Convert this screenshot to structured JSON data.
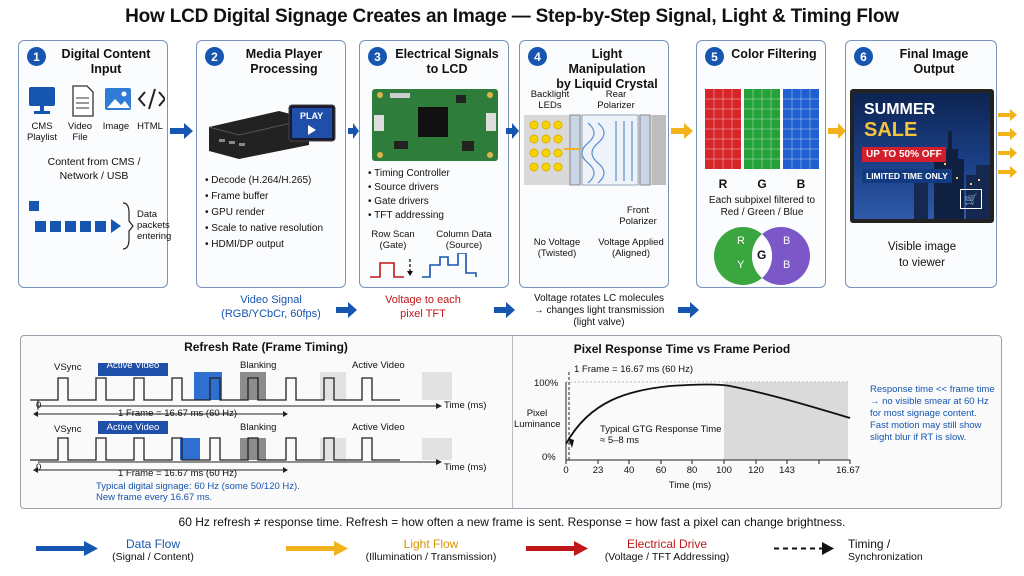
{
  "title": "How LCD Digital Signage Creates an Image — Step-by-Step Signal, Light & Timing Flow",
  "panels": [
    {
      "num": "1",
      "title": "Digital Content Input",
      "icons": [
        {
          "name": "monitor-icon",
          "label": "CMS\nPlaylist"
        },
        {
          "name": "file-icon",
          "label": "Video\nFile"
        },
        {
          "name": "image-icon",
          "label": "Image"
        },
        {
          "name": "code-icon",
          "label": "HTML"
        }
      ],
      "source": "Content from CMS /\nNetwork / USB",
      "packets": "Data\npackets\nentering"
    },
    {
      "num": "2",
      "title": "Media Player\nProcessing",
      "screen": "PLAY",
      "items": [
        "Decode (H.264/H.265)",
        "Frame buffer",
        "GPU render",
        "Scale to native resolution",
        "HDMI/DP output"
      ]
    },
    {
      "num": "3",
      "title": "Electrical Signals\nto LCD",
      "items": [
        "Timing Controller",
        "Source drivers",
        "Gate drivers",
        "TFT addressing"
      ],
      "row_scan": "Row Scan\n(Gate)",
      "col_data": "Column Data\n(Source)"
    },
    {
      "num": "4",
      "title": "Light Manipulation\nby Liquid Crystal",
      "backlight": "Backlight\nLEDs",
      "rear": "Rear\nPolarizer",
      "front": "Front\nPolarizer",
      "no_voltage": "No Voltage\n(Twisted)",
      "voltage": "Voltage Applied\n(Aligned)"
    },
    {
      "num": "5",
      "title": "Color Filtering",
      "rgb": [
        "R",
        "G",
        "B"
      ],
      "caption": "Each subpixel filtered to\nRed / Green / Blue",
      "venn": {
        "r": "R",
        "y": "Y",
        "g": "G",
        "b1": "B",
        "b2": "B"
      }
    },
    {
      "num": "6",
      "title": "Final Image Output",
      "ad": {
        "l1": "SUMMER",
        "l2": "SALE",
        "l3": "UP TO 50% OFF",
        "l4": "LIMITED TIME ONLY"
      },
      "caption": "Visible image\nto viewer"
    }
  ],
  "below": {
    "video_signal": "Video Signal\n(RGB/YCbCr, 60fps)",
    "voltage": "Voltage to each\npixel TFT",
    "lc": "Voltage rotates LC molecules\n→ changes light transmission\n(light valve)"
  },
  "refresh": {
    "title": "Refresh Rate (Frame Timing)",
    "vsync": "VSync",
    "active1": "Active Video",
    "blanking": "Blanking",
    "active2": "Active Video",
    "zero": "0",
    "time": "Time (ms)",
    "frame": "1 Frame = 16.67 ms (60 Hz)",
    "note": "Typical digital signage: 60 Hz (some 50/120 Hz).\nNew frame every 16.67 ms."
  },
  "response": {
    "title": "Pixel Response Time vs Frame Period",
    "frame": "1 Frame = 16.67 ms (60 Hz)",
    "y100": "100%",
    "y0": "0%",
    "ylabel": "Pixel\nLuminance",
    "gtg": "Typical GTG Response Time\n≈ 5–8 ms",
    "xticks": [
      "0",
      "23",
      "40",
      "60",
      "80",
      "100",
      "120",
      "143",
      "16.67"
    ],
    "xlabel": "Time (ms)",
    "note": "Response time << frame time\n→ no visible smear at 60 Hz\nfor most signage content.\nFast motion may still show\nslight blur if RT is slow."
  },
  "summary": "60 Hz refresh ≠ response time. Refresh = how often a new frame is sent. Response = how fast a pixel can change brightness.",
  "legend": [
    {
      "title": "Data Flow",
      "sub": "(Signal / Content)",
      "color": "#1655b0"
    },
    {
      "title": "Light Flow",
      "sub": "(Illumination / Transmission)",
      "color": "#f2b21a"
    },
    {
      "title": "Electrical Drive",
      "sub": "(Voltage / TFT Addressing)",
      "color": "#c01818"
    },
    {
      "title": "Timing /",
      "sub": "Synchronization",
      "color": "#111111"
    }
  ],
  "colors": {
    "blue": "#1655b0",
    "yellow": "#f2b21a",
    "red": "#c01818"
  }
}
